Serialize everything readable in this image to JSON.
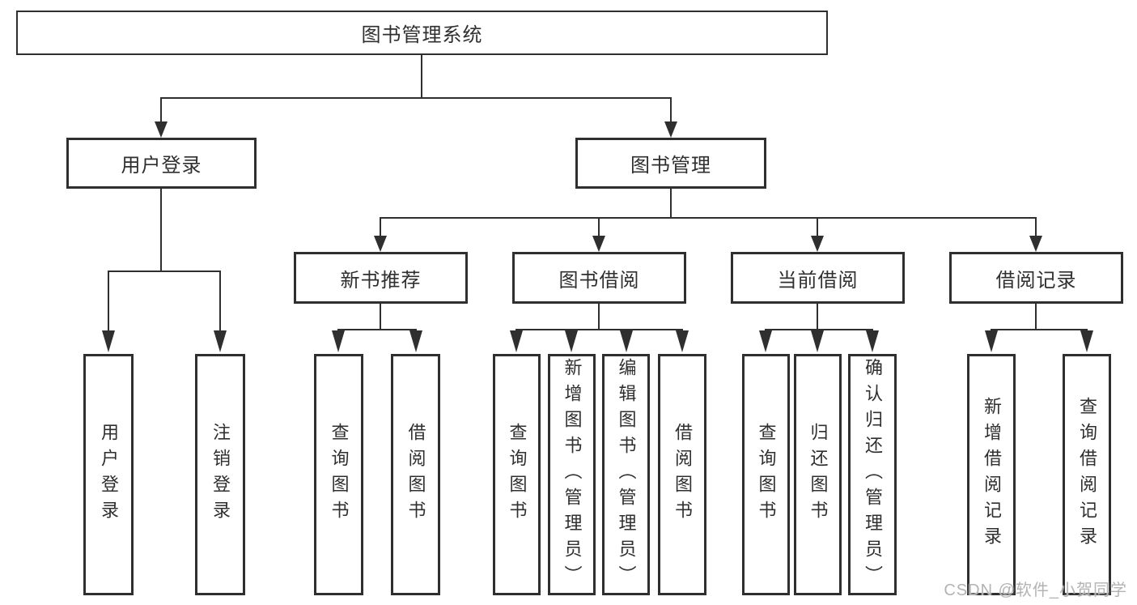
{
  "root": {
    "label": "图书管理系统",
    "children": [
      {
        "label": "用户登录",
        "children": [
          {
            "label": "用户登录"
          },
          {
            "label": "注销登录"
          }
        ]
      },
      {
        "label": "图书管理",
        "children": [
          {
            "label": "新书推荐",
            "children": [
              {
                "label": "查询图书"
              },
              {
                "label": "借阅图书"
              }
            ]
          },
          {
            "label": "图书借阅",
            "children": [
              {
                "label": "查询图书"
              },
              {
                "label": "新增图书（管理员）"
              },
              {
                "label": "编辑图书（管理员）"
              },
              {
                "label": "借阅图书"
              }
            ]
          },
          {
            "label": "当前借阅",
            "children": [
              {
                "label": "查询图书"
              },
              {
                "label": "归还图书"
              },
              {
                "label": "确认归还（管理员）"
              }
            ]
          },
          {
            "label": "借阅记录",
            "children": [
              {
                "label": "新增借阅记录"
              },
              {
                "label": "查询借阅记录"
              }
            ]
          }
        ]
      }
    ]
  },
  "watermark": {
    "text": "CSDN @软件_小贺同学"
  },
  "colors": {
    "line": "#2f2f2f",
    "box_border": "#2f2f2f",
    "text": "#2f2f2f",
    "watermark": "#b3b3b3",
    "background": "#ffffff"
  }
}
